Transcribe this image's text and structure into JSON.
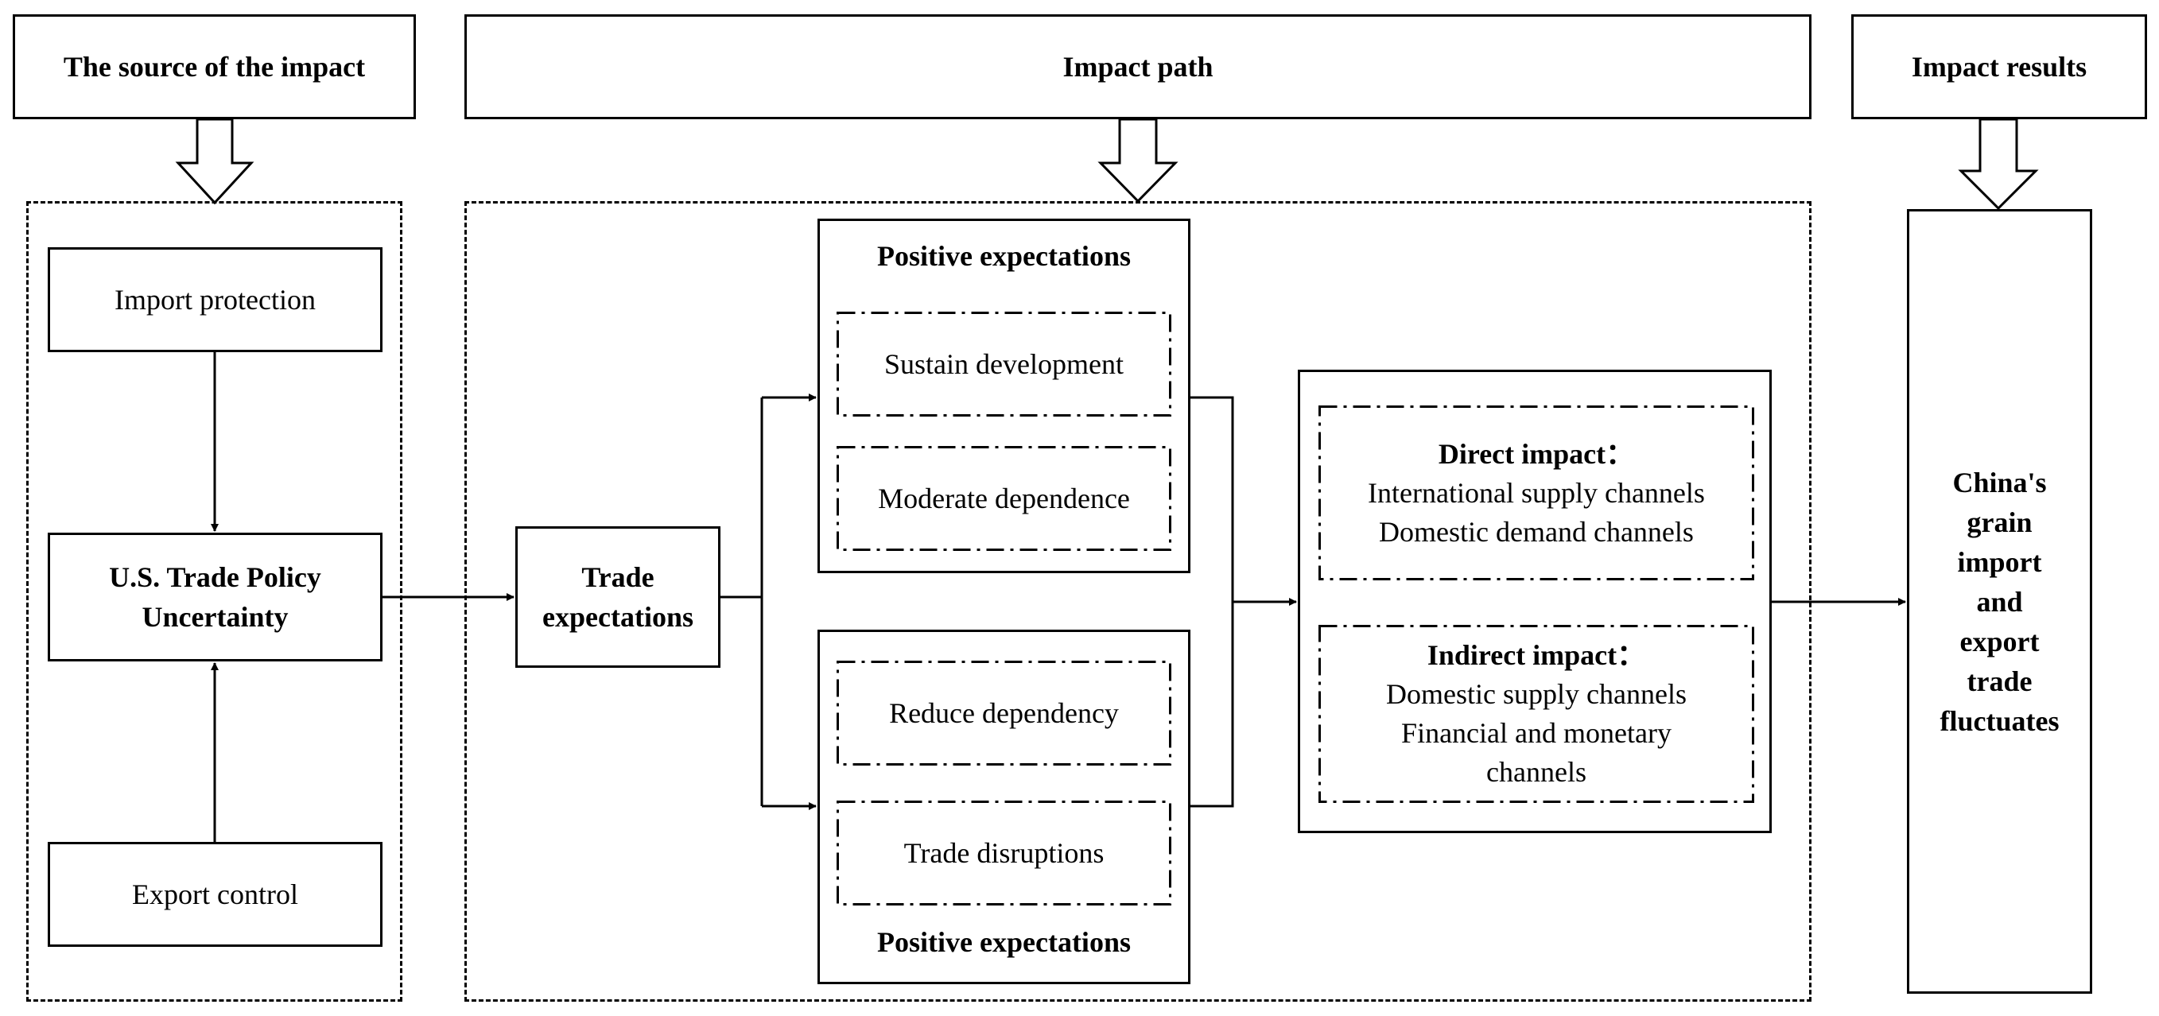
{
  "headers": {
    "source": "The source of the impact",
    "path": "Impact path",
    "results": "Impact results"
  },
  "source": {
    "import_protection": "Import protection",
    "policy_uncertainty": [
      "U.S. Trade Policy",
      "Uncertainty"
    ],
    "export_control": "Export control"
  },
  "path": {
    "trade_expectations": [
      "Trade",
      "expectations"
    ],
    "upper_group": {
      "title": "Positive expectations",
      "items": [
        "Sustain development",
        "Moderate dependence"
      ]
    },
    "lower_group": {
      "title": "Positive expectations",
      "items": [
        "Reduce dependency",
        "Trade disruptions"
      ]
    },
    "direct": {
      "title": "Direct impact：",
      "lines": [
        "International supply channels",
        "Domestic demand channels"
      ]
    },
    "indirect": {
      "title": "Indirect impact：",
      "lines": [
        "Domestic supply channels",
        "Financial and monetary",
        "channels"
      ]
    }
  },
  "result": {
    "lines": [
      "China's",
      "grain",
      "import",
      "and",
      "export",
      "trade",
      "fluctuates"
    ]
  },
  "colors": {
    "line": "#000000",
    "background": "#ffffff"
  }
}
